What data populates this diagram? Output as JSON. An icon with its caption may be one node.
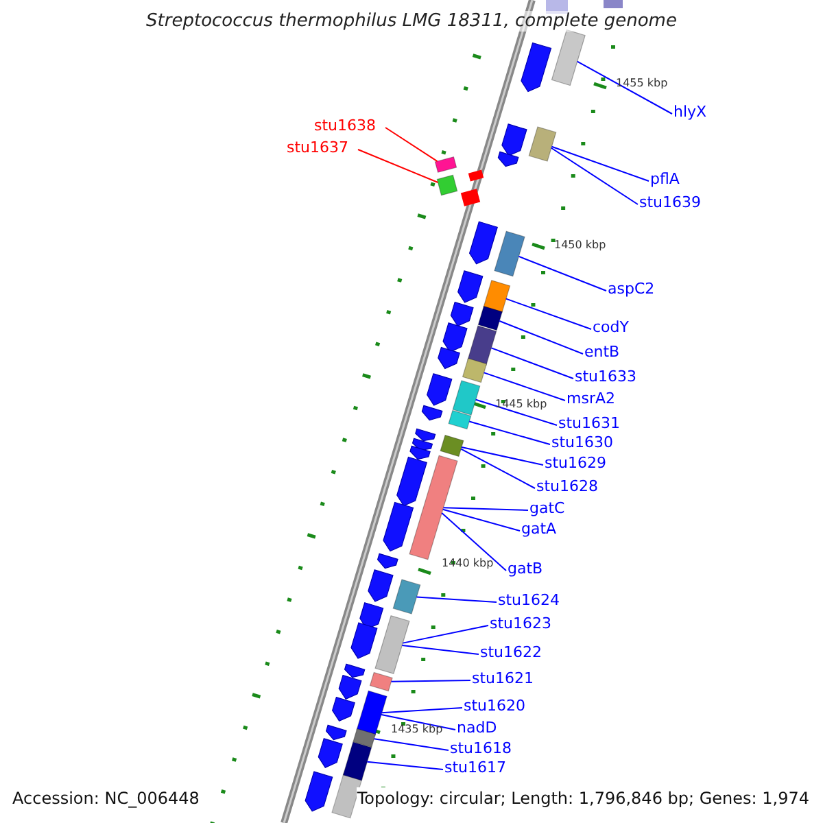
{
  "diagram": {
    "title": "Streptococcus thermophilus LMG 18311, complete genome",
    "nodes": [
      {
        "text": [
          "stu1638"
        ]
      },
      {
        "text": [
          "stu1637"
        ]
      },
      {
        "text": [
          "hlyX"
        ]
      },
      {
        "text": [
          "pflA"
        ]
      },
      {
        "text": [
          "stu1639"
        ]
      },
      {
        "text": [
          "aspC2"
        ]
      },
      {
        "text": [
          "codY"
        ]
      },
      {
        "text": [
          "entB"
        ]
      },
      {
        "text": [
          "stu1633"
        ]
      },
      {
        "text": [
          "msrA2"
        ]
      },
      {
        "text": [
          "stu1631"
        ]
      },
      {
        "text": [
          "stu1630"
        ]
      },
      {
        "text": [
          "stu1629"
        ]
      },
      {
        "text": [
          "stu1628"
        ]
      },
      {
        "text": [
          "gatC"
        ]
      },
      {
        "text": [
          "gatA"
        ]
      },
      {
        "text": [
          "gatB"
        ]
      },
      {
        "text": [
          "stu1624"
        ]
      },
      {
        "text": [
          "stu1623"
        ]
      },
      {
        "text": [
          "stu1622"
        ]
      },
      {
        "text": [
          "stu1621"
        ]
      },
      {
        "text": [
          "stu1620"
        ]
      },
      {
        "text": [
          "nadD"
        ]
      },
      {
        "text": [
          "stu1618"
        ]
      },
      {
        "text": [
          "stu1617"
        ]
      },
      {
        "text": [],
        "shape": "box"
      },
      {
        "text": [],
        "shape": "box"
      },
      {
        "text": [],
        "shape": "box"
      },
      {
        "text": [],
        "shape": "box"
      },
      {
        "text": [],
        "shape": "box"
      },
      {
        "text": [],
        "shape": "box"
      },
      {
        "text": [],
        "shape": "box"
      },
      {
        "text": [],
        "shape": "box"
      },
      {
        "text": [],
        "shape": "box"
      },
      {
        "text": [],
        "shape": "box"
      },
      {
        "text": [],
        "shape": "box"
      },
      {
        "text": [],
        "shape": "box"
      },
      {
        "text": [],
        "shape": "box"
      },
      {
        "text": [],
        "shape": "box"
      },
      {
        "text": [],
        "shape": "box"
      },
      {
        "text": [],
        "shape": "box"
      },
      {
        "text": [],
        "shape": "box"
      },
      {
        "text": [],
        "shape": "box"
      },
      {
        "text": [],
        "shape": "box"
      }
    ],
    "edges": [
      {
        "from": 0,
        "to": 25,
        "arrow": "none",
        "color": "#ff0000"
      },
      {
        "from": 1,
        "to": 26,
        "arrow": "none",
        "color": "#ff0000"
      },
      {
        "from": 2,
        "to": 27,
        "arrow": "none"
      },
      {
        "from": 3,
        "to": 28,
        "arrow": "none"
      },
      {
        "from": 4,
        "to": 28,
        "arrow": "none"
      },
      {
        "from": 5,
        "to": 29,
        "arrow": "none"
      },
      {
        "from": 6,
        "to": 30,
        "arrow": "none"
      },
      {
        "from": 7,
        "to": 31,
        "arrow": "none"
      },
      {
        "from": 8,
        "to": 32,
        "arrow": "none"
      },
      {
        "from": 9,
        "to": 33,
        "arrow": "none"
      },
      {
        "from": 10,
        "to": 34,
        "arrow": "none"
      },
      {
        "from": 11,
        "to": 35,
        "arrow": "none"
      },
      {
        "from": 12,
        "to": 36,
        "arrow": "none"
      },
      {
        "from": 13,
        "to": 36,
        "arrow": "none"
      },
      {
        "from": 14,
        "to": 37,
        "arrow": "none"
      },
      {
        "from": 15,
        "to": 37,
        "arrow": "none"
      },
      {
        "from": 16,
        "to": 37,
        "arrow": "none"
      },
      {
        "from": 17,
        "to": 38,
        "arrow": "none"
      },
      {
        "from": 18,
        "to": 39,
        "arrow": "none"
      },
      {
        "from": 19,
        "to": 39,
        "arrow": "none"
      },
      {
        "from": 20,
        "to": 40,
        "arrow": "none"
      },
      {
        "from": 21,
        "to": 41,
        "arrow": "none"
      },
      {
        "from": 22,
        "to": 41,
        "arrow": "none"
      },
      {
        "from": 23,
        "to": 42,
        "arrow": "none"
      },
      {
        "from": 24,
        "to": 43,
        "arrow": "none"
      }
    ],
    "labels": [
      "1455 kbp",
      "1450 kbp",
      "1445 kbp",
      "1440 kbp",
      "1435 kbp",
      "Accession: NC_006448",
      "Topology: circular; Length: 1,796,846 bp; Genes: 1,974"
    ]
  }
}
